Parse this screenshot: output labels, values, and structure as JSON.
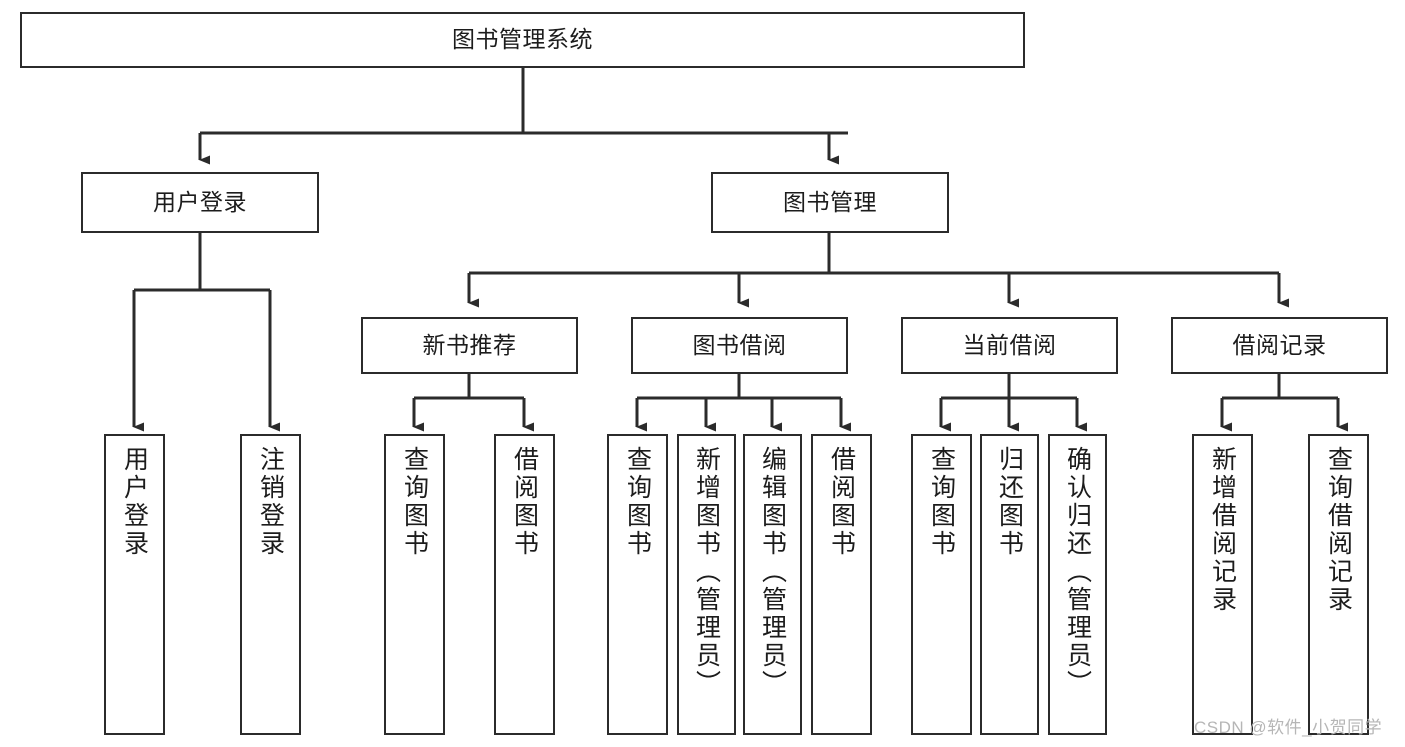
{
  "diagram": {
    "title": "图书管理系统",
    "type": "hierarchy-tree",
    "root": {
      "label": "图书管理系统"
    },
    "level2": [
      {
        "label": "用户登录"
      },
      {
        "label": "图书管理"
      }
    ],
    "level3": [
      {
        "label": "新书推荐"
      },
      {
        "label": "图书借阅"
      },
      {
        "label": "当前借阅"
      },
      {
        "label": "借阅记录"
      }
    ],
    "leaves": {
      "user_login": [
        {
          "label": "用户登录"
        },
        {
          "label": "注销登录"
        }
      ],
      "new_book_recommend": [
        {
          "label": "查询图书"
        },
        {
          "label": "借阅图书"
        }
      ],
      "book_borrow": [
        {
          "label": "查询图书"
        },
        {
          "label": "新增图书（管理员）"
        },
        {
          "label": "编辑图书（管理员）"
        },
        {
          "label": "借阅图书"
        }
      ],
      "current_borrow": [
        {
          "label": "查询图书"
        },
        {
          "label": "归还图书"
        },
        {
          "label": "确认归还（管理员）"
        }
      ],
      "borrow_record": [
        {
          "label": "新增借阅记录"
        },
        {
          "label": "查询借阅记录"
        }
      ]
    }
  },
  "watermark": {
    "text": "CSDN @软件_小贺同学"
  },
  "colors": {
    "stroke": "#2b2b2b",
    "background": "#ffffff",
    "text": "#1c1c1c",
    "watermark": "#b6b6b6"
  }
}
